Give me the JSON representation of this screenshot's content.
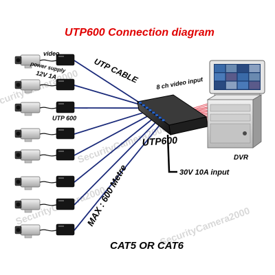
{
  "title": "UTP600 Connection diagram",
  "watermark": "SecurityCamera2000",
  "labels": {
    "video": "video",
    "power_supply": "power supply",
    "power_rating": "12V 1A",
    "utp_cable": "UTP CABLE",
    "utp600_small": "UTP 600",
    "max_distance": "MAX : 600 Metre",
    "hub_name": "UTP600",
    "video_input": "8 ch video input",
    "hub_power": "30V 10A input",
    "dvr": "DVR",
    "cable_type": "CAT5  OR CAT6"
  },
  "channels": 8,
  "colors": {
    "title": "#e00000",
    "cable": "#1a2a7a",
    "video_link": "#e03040",
    "hub": "#2a2a2a",
    "hub_ports": "#2a6ad0",
    "transceiver": "#151515",
    "camera": "#d8d8d8",
    "monitor_screen": "#1c3c70"
  }
}
